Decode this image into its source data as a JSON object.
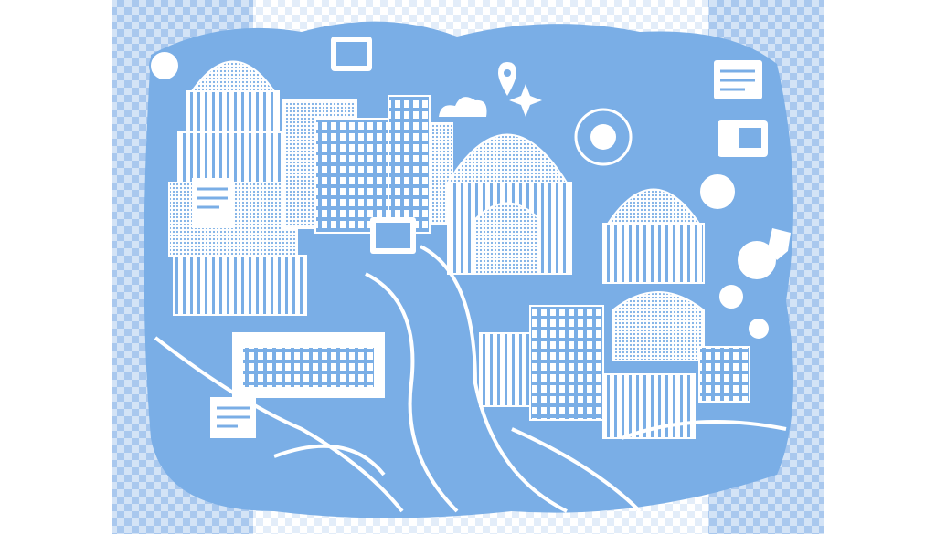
{
  "illustration": {
    "subject": "city-skyline-line-art",
    "colors": {
      "line": "#7aaee6",
      "fill_dark": "#6fa5e2",
      "checker_dark": "#a9c8ee",
      "checker_light": "#d3e3f6",
      "checker_center": "#e8f0fa",
      "background": "#ffffff"
    },
    "elements": [
      "capitol-dome",
      "office-tower",
      "grand-dome-hall",
      "small-dome",
      "highway-curves",
      "trees",
      "monitor-icon",
      "document-icon",
      "chat-bubble-icon",
      "sun-icon",
      "sparkle-icon",
      "location-pin-icon",
      "cloud-icon"
    ]
  }
}
